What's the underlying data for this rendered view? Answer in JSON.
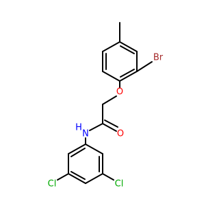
{
  "molecule": {
    "atoms": {
      "br": {
        "text": "Br",
        "color": "#a52a2a"
      },
      "o_ether": {
        "text": "O",
        "color": "#ff0000"
      },
      "o_carbonyl": {
        "text": "O",
        "color": "#ff0000"
      },
      "n": {
        "text": "N",
        "color": "#0000ff"
      },
      "h": {
        "text": "H",
        "color": "#0000ff"
      },
      "cl_left": {
        "text": "Cl",
        "color": "#00aa00"
      },
      "cl_right": {
        "text": "Cl",
        "color": "#00aa00"
      }
    }
  }
}
